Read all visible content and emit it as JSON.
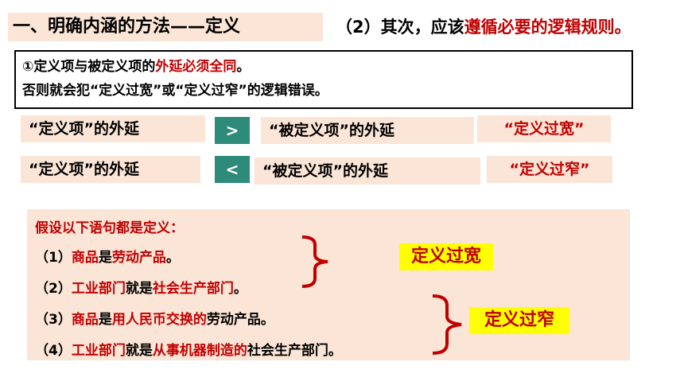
{
  "heading": {
    "title": "一、明确内涵的方法——定义",
    "subtitle_prefix": "（2）其次，应该",
    "subtitle_emphasis": "遵循必要的逻辑规则。"
  },
  "rule": {
    "line1_prefix": "①定义项与被定义项的",
    "line1_emphasis": "外延必须全同",
    "line1_suffix": "。",
    "line2": "否则就会犯“定义过宽”或“定义过窄”的逻辑错误。"
  },
  "comparisons": [
    {
      "left": "“定义项”的外延",
      "op": ">",
      "right": "“被定义项”的外延",
      "result": "“定义过宽”"
    },
    {
      "left": "“定义项”的外延",
      "op": "<",
      "right": "“被定义项”的外延",
      "result": "“定义过窄”"
    }
  ],
  "examples": {
    "intro": "假设以下语句都是定义：",
    "items": [
      {
        "num": "（1）",
        "parts": [
          {
            "t": "商品",
            "red": true
          },
          {
            "t": "是",
            "red": false
          },
          {
            "t": "劳动产品",
            "red": true
          },
          {
            "t": "。",
            "red": false
          }
        ]
      },
      {
        "num": "（2）",
        "parts": [
          {
            "t": "工业部门",
            "red": true
          },
          {
            "t": "就是",
            "red": false
          },
          {
            "t": "社会生产部门",
            "red": true
          },
          {
            "t": "。",
            "red": false
          }
        ]
      },
      {
        "num": "（3）",
        "parts": [
          {
            "t": "商品",
            "red": true
          },
          {
            "t": "是",
            "red": false
          },
          {
            "t": "用人民币交换的",
            "red": true
          },
          {
            "t": "劳动产品。",
            "red": false
          }
        ]
      },
      {
        "num": "（4）",
        "parts": [
          {
            "t": "工业部门",
            "red": true
          },
          {
            "t": "就是",
            "red": false
          },
          {
            "t": "从事机器制造的",
            "red": true
          },
          {
            "t": "社会生产部门。",
            "red": false
          }
        ]
      }
    ],
    "tag_wide": "定义过宽",
    "tag_narrow": "定义过窄"
  },
  "colors": {
    "emphasis_red": "#c00000",
    "peach_bg": "#fbe5d6",
    "operator_green": "#2e8b7a",
    "tag_yellow": "#ffff00"
  }
}
